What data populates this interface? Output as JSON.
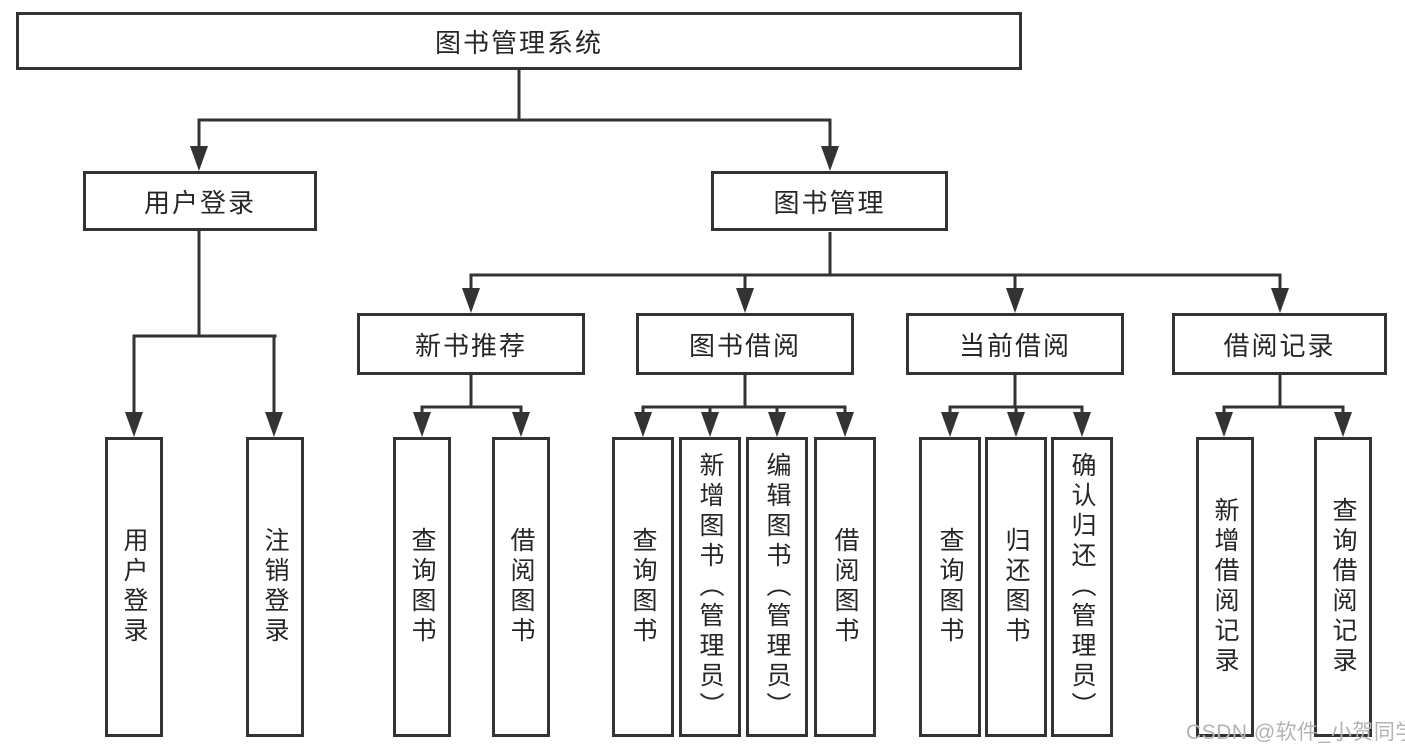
{
  "diagram": {
    "root": "图书管理系统",
    "level2": {
      "user_login": {
        "label": "用户登录",
        "children": [
          "用户登录",
          "注销登录"
        ]
      },
      "book_management": {
        "label": "图书管理",
        "modules": {
          "new_book_recommend": {
            "label": "新书推荐",
            "children": [
              "查询图书",
              "借阅图书"
            ]
          },
          "book_borrow": {
            "label": "图书借阅",
            "children": [
              "查询图书",
              "新增图书（管理员）",
              "编辑图书（管理员）",
              "借阅图书"
            ]
          },
          "current_borrow": {
            "label": "当前借阅",
            "children": [
              "查询图书",
              "归还图书",
              "确认归还（管理员）"
            ]
          },
          "borrow_records": {
            "label": "借阅记录",
            "children": [
              "新增借阅记录",
              "查询借阅记录"
            ]
          }
        }
      }
    }
  },
  "watermark": "CSDN @软件_小贺同学",
  "colors": {
    "line": "#333333",
    "box_border": "#333333",
    "text": "#262626",
    "watermark": "#b3b3b3",
    "background": "#ffffff"
  }
}
